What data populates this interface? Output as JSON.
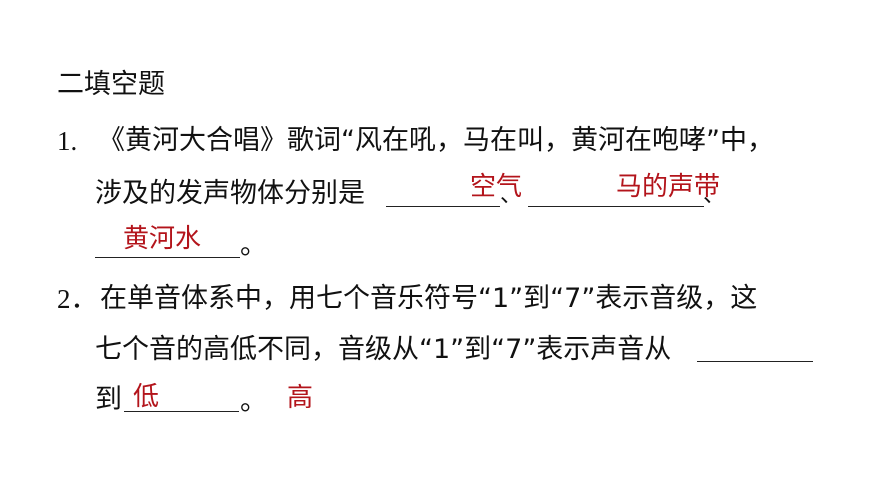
{
  "section_title": "二填空题",
  "questions": [
    {
      "number": "1.",
      "line1": "《黄河大合唱》歌词“风在吼，马在叫，黄河在咆哮”中，",
      "line2_prefix": "涉及的发声物体分别是",
      "sep1": "、",
      "sep2": "、",
      "line3_suffix": "。",
      "answers": [
        "空气",
        "马的声带",
        "黄河水"
      ]
    },
    {
      "number": "2．",
      "line1": "在单音体系中，用七个音乐符号“1”到“7”表示音级，这",
      "line2": "七个音的高低不同，音级从“1”到“7”表示声音从",
      "line3_prefix": "到",
      "line3_suffix": "。",
      "answers": [
        "低",
        "高"
      ]
    }
  ],
  "colors": {
    "answer": "#b3141b",
    "text": "#111111"
  }
}
